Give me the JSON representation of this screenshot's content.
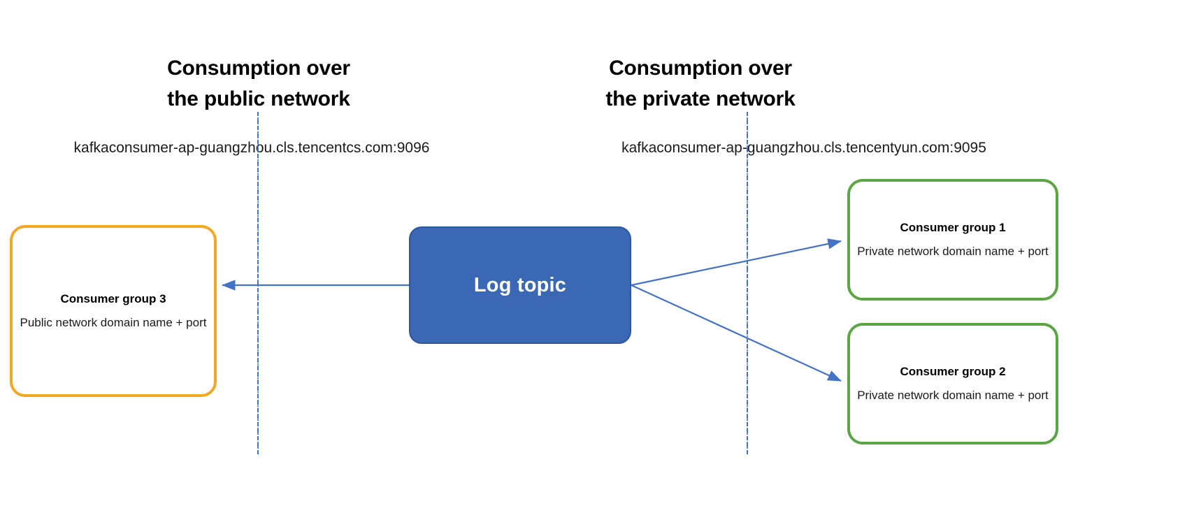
{
  "diagram": {
    "title": "Kafka consumption over public and private networks",
    "background_color": "#FFFFFF",
    "sections": [
      {
        "id": "public",
        "heading": "Consumption over\nthe public network",
        "endpoint": "kafkaconsumer-ap-guangzhou.cls.tencentcs.com:9096",
        "divider_color": "#4472C4"
      },
      {
        "id": "private",
        "heading": "Consumption over\nthe private network",
        "endpoint": "kafkaconsumer-ap-guangzhou.cls.tencentyun.com:9095",
        "divider_color": "#4472C4"
      }
    ],
    "source_node": {
      "label": "Log topic",
      "fill_color": "#3A68B5",
      "border_color": "#2F569B",
      "text_color": "#FFFFFF"
    },
    "nodes": [
      {
        "id": "consumer-group-3",
        "title": "Consumer group 3",
        "subtitle": "Public network domain name + port",
        "border_color": "#F5A623",
        "network": "public"
      },
      {
        "id": "consumer-group-1",
        "title": "Consumer group 1",
        "subtitle": "Private network domain name + port",
        "border_color": "#5AA544",
        "network": "private"
      },
      {
        "id": "consumer-group-2",
        "title": "Consumer group 2",
        "subtitle": "Private network domain name + port",
        "border_color": "#5AA544",
        "network": "private"
      }
    ],
    "connectors": {
      "color": "#4472C4",
      "edges": [
        {
          "from": "Log topic",
          "to": "Consumer group 3",
          "direction": "left"
        },
        {
          "from": "Log topic",
          "to": "Consumer group 1",
          "direction": "upper-right"
        },
        {
          "from": "Log topic",
          "to": "Consumer group 2",
          "direction": "lower-right"
        }
      ]
    }
  }
}
